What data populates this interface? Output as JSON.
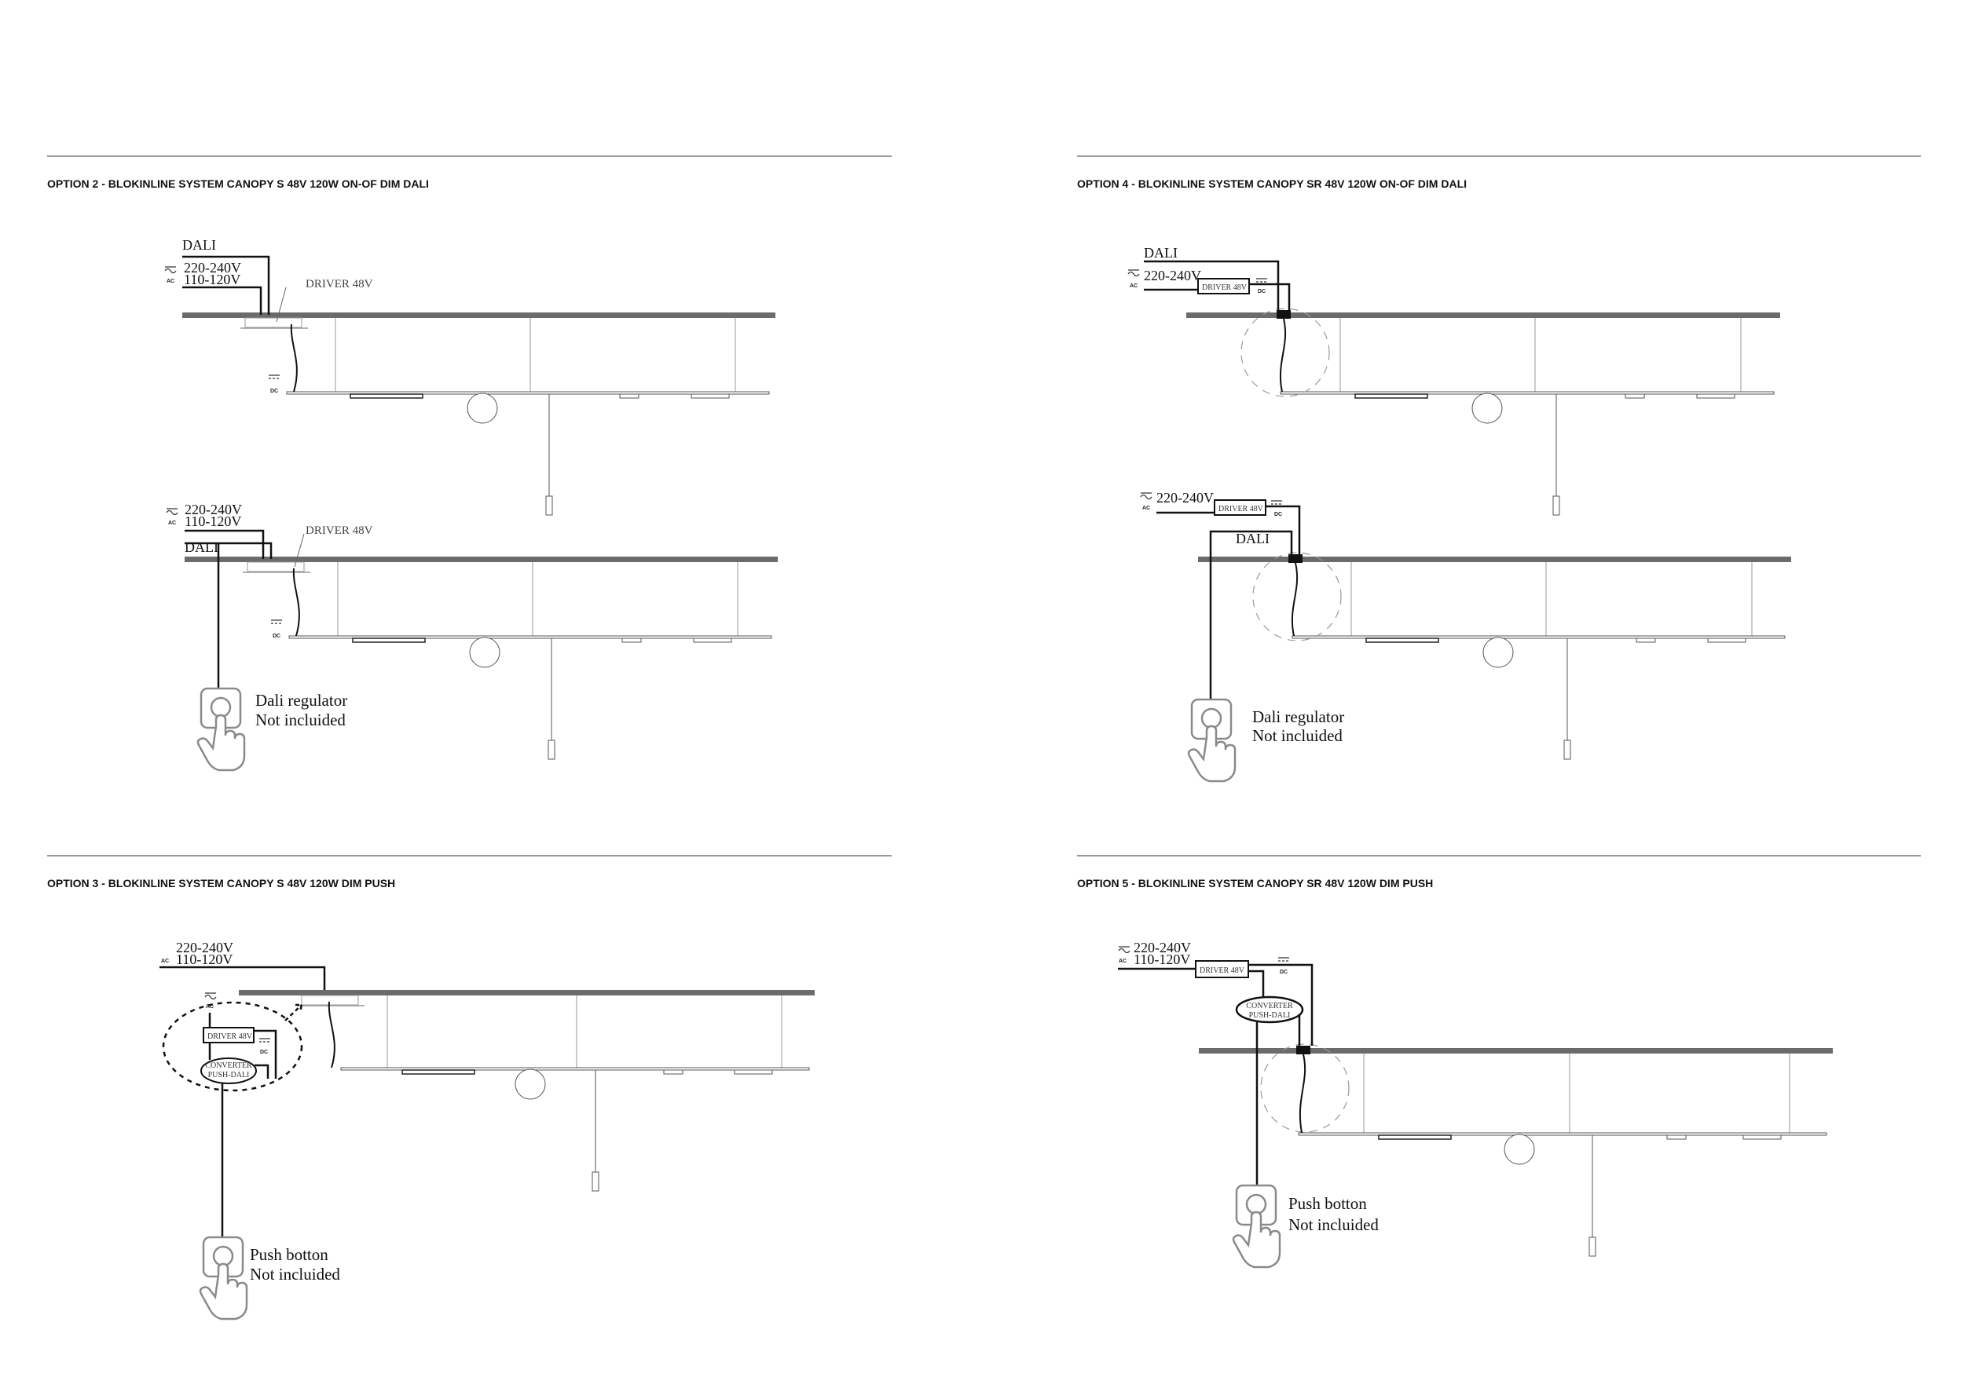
{
  "sections": [
    {
      "title": "OPTION 2 - BLOKINLINE SYSTEM CANOPY S 48V 120W ON-OF DIM DALI"
    },
    {
      "title": "OPTION 4 - BLOKINLINE SYSTEM CANOPY SR 48V 120W ON-OF DIM DALI"
    },
    {
      "title": "OPTION 3 - BLOKINLINE SYSTEM CANOPY S 48V 120W DIM PUSH"
    },
    {
      "title": "OPTION 5 - BLOKINLINE SYSTEM CANOPY SR 48V 120W DIM PUSH"
    }
  ],
  "labels": {
    "dali": "DALI",
    "v_high": "220-240V",
    "v_low": "110-120V",
    "ac": "AC",
    "dc": "DC",
    "driver": "DRIVER 48V",
    "converter_1": "CONVERTER",
    "converter_2": "PUSH-DALI",
    "dali_regulator": "Dali regulator",
    "push_button": "Push botton",
    "not_included": "Not incluided"
  },
  "colors": {
    "ceiling": "#6e6a6a",
    "wire": "#111111",
    "icon": "#8a8a8a",
    "rule": "#777777"
  }
}
